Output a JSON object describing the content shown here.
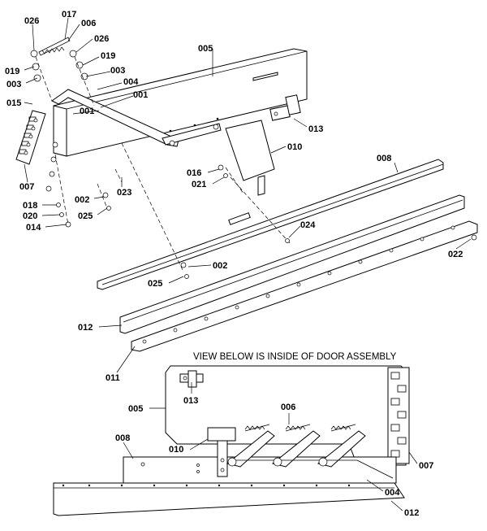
{
  "caption": "VIEW BELOW IS INSIDE OF DOOR ASSEMBLY",
  "callouts": {
    "c026a": "026",
    "c017": "017",
    "c006": "006",
    "c026b": "026",
    "c019a": "019",
    "c019b": "019",
    "c003a": "003",
    "c003b": "003",
    "c004": "004",
    "c001a": "001",
    "c001b": "001",
    "c015": "015",
    "c005": "005",
    "c013": "013",
    "c010": "010",
    "c008": "008",
    "c016": "016",
    "c021": "021",
    "c023": "023",
    "c007": "007",
    "c002a": "002",
    "c025a": "025",
    "c018": "018",
    "c020": "020",
    "c014": "014",
    "c024": "024",
    "c022": "022",
    "c002b": "002",
    "c025b": "025",
    "c012": "012",
    "c011": "011",
    "d005": "005",
    "d013": "013",
    "d006": "006",
    "d010": "010",
    "d008": "008",
    "d007": "007",
    "d004": "004",
    "d012": "012"
  }
}
